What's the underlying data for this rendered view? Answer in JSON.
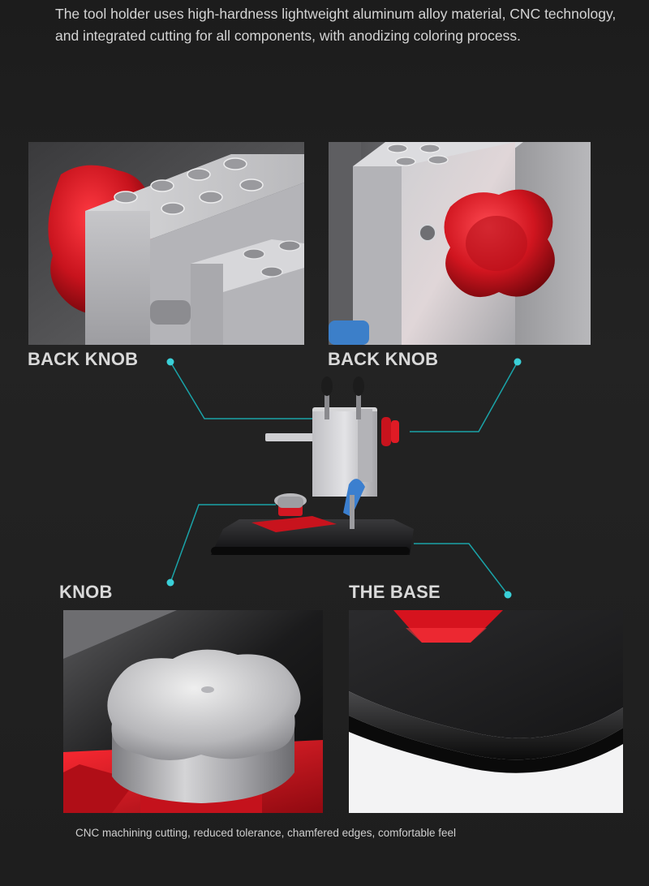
{
  "intro_text": "The tool holder uses high-hardness lightweight aluminum alloy material, CNC technology, and integrated cutting for all components, with anodizing coloring process.",
  "callouts": {
    "back_knob_left": "BACK KNOB",
    "back_knob_right": "BACK KNOB",
    "knob": "KNOB",
    "base": "THE BASE"
  },
  "footnote": "CNC machining cutting, reduced tolerance, chamfered edges, comfortable feel",
  "colors": {
    "background": "#1e1e1e",
    "accent_red": "#c8131d",
    "aluminum": "#c9c9cc",
    "leader_teal": "#1aa3a8",
    "dot_teal": "#3ad0d8"
  }
}
